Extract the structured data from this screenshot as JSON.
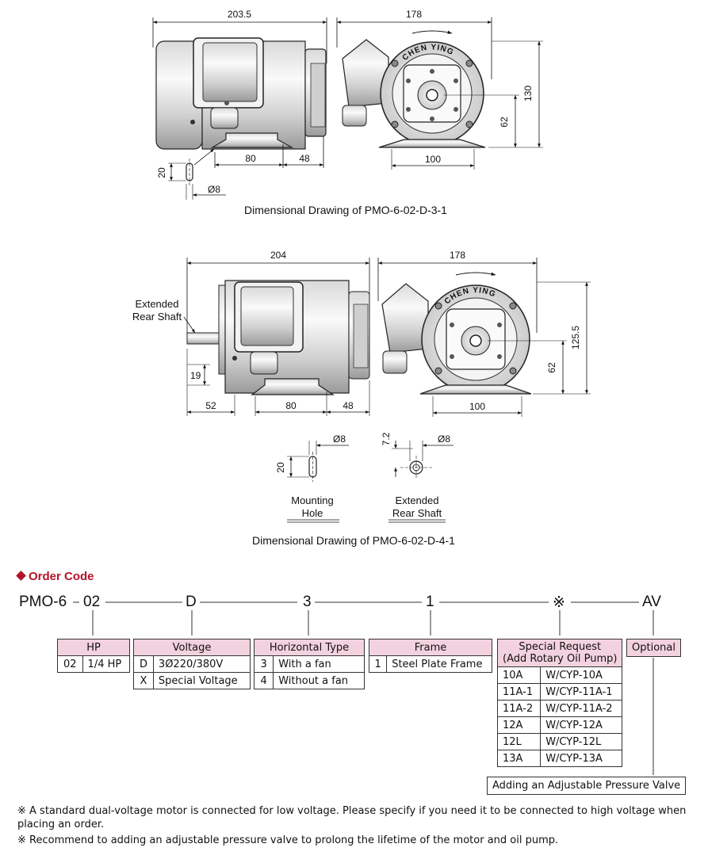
{
  "drawing1": {
    "dims": {
      "overall_length": "203.5",
      "overall_width": "178",
      "height": "130",
      "shaft_height": "62",
      "mount_len": "80",
      "mount_offset": "48",
      "base_width": "100",
      "hole_h": "20",
      "hole_d": "Ø8"
    },
    "caption": "Dimensional Drawing of PMO-6-02-D-3-1"
  },
  "drawing2": {
    "dims": {
      "overall_length": "204",
      "overall_width": "178",
      "height": "125.5",
      "shaft_height": "62",
      "rear_shaft_len": "52",
      "mount_len": "80",
      "mount_offset": "48",
      "base_width": "100",
      "rear_h": "19",
      "hole_h": "20",
      "hole_d": "Ø8",
      "shaft_offset": "7.2",
      "shaft_d": "Ø8"
    },
    "labels": {
      "extended_1": "Extended",
      "extended_2": "Rear Shaft",
      "mounting_1": "Mounting",
      "mounting_2": "Hole",
      "detail_ext_1": "Extended",
      "detail_ext_2": "Rear Shaft"
    },
    "caption": "Dimensional Drawing of PMO-6-02-D-4-1"
  },
  "brand": "CHEN YING",
  "order": {
    "title": "Order Code",
    "code": {
      "prefix": "PMO-6",
      "hp": "02",
      "voltage": "D",
      "type": "3",
      "frame": "1",
      "special": "※",
      "optional": "AV"
    },
    "hp_table": {
      "header": "HP",
      "rows": [
        [
          "02",
          "1/4 HP"
        ]
      ]
    },
    "voltage_table": {
      "header": "Voltage",
      "rows": [
        [
          "D",
          "3Ø220/380V"
        ],
        [
          "X",
          "Special Voltage"
        ]
      ]
    },
    "type_table": {
      "header": "Horizontal Type",
      "rows": [
        [
          "3",
          "With a fan"
        ],
        [
          "4",
          "Without a fan"
        ]
      ]
    },
    "frame_table": {
      "header": "Frame",
      "rows": [
        [
          "1",
          "Steel Plate Frame"
        ]
      ]
    },
    "special_table": {
      "header_1": "Special Request",
      "header_2": "(Add Rotary Oil Pump)",
      "rows": [
        [
          "10A",
          "W/CYP-10A"
        ],
        [
          "11A-1",
          "W/CYP-11A-1"
        ],
        [
          "11A-2",
          "W/CYP-11A-2"
        ],
        [
          "12A",
          "W/CYP-12A"
        ],
        [
          "12L",
          "W/CYP-12L"
        ],
        [
          "13A",
          "W/CYP-13A"
        ]
      ]
    },
    "optional_label": "Optional",
    "optional_desc": "Adding an Adjustable Pressure Valve"
  },
  "notes": [
    "※ A standard dual-voltage motor is connected for low voltage. Please specify if you need it to be connected to high voltage when placing an order.",
    "※ Recommend to adding an adjustable pressure valve to prolong the lifetime of the motor and oil pump."
  ],
  "colors": {
    "accent": "#b3132a",
    "table_header": "#f3d2df"
  }
}
